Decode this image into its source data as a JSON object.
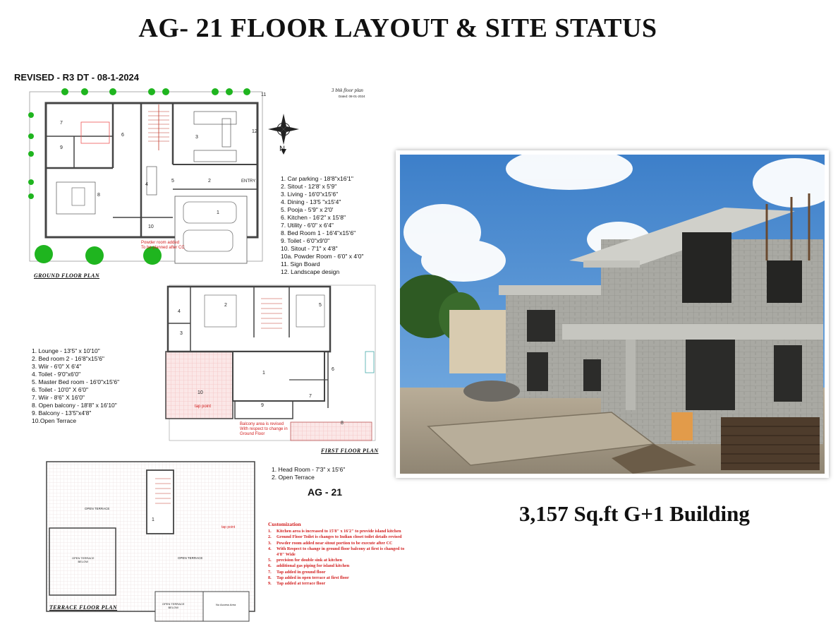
{
  "page": {
    "title": "AG- 21 FLOOR LAYOUT & SITE STATUS",
    "revised": "REVISED - R3 DT - 08-1-2024",
    "plan_header": "3 bhk floor plan",
    "plan_header_sub": "Dated: 08-01-2024",
    "project_code": "AG - 21",
    "building_summary": "3,157 Sq.ft G+1 Building"
  },
  "ground_floor": {
    "caption": "GROUND FLOOR PLAN",
    "compass_letter": "N",
    "entry_label": "ENTRY",
    "powder_note": "Powder room added\nTo be planned after CC",
    "legend": [
      "1.   Car parking - 18'8\"x16'1\"",
      "2.   Sitout - 12'8' x 5'9\"",
      "3.   Living - 16'0\"x15'6\"",
      "4.   Dining - 13'5 \"x15'4\"",
      "5.   Pooja - 5'9\" x 2'0'",
      "6.   Kitchen - 16'2\" x 15'8\"",
      "7.   Utility - 6'0\" x 6'4\"",
      "8.   Bed Room 1 - 16'4\"x15'6\"",
      "9.   Toilet - 6'0\"x9'0\"",
      "10.  Sitout - 7'1\" x 4'8\"",
      "10a. Powder Room - 6'0\" x 4'0\"",
      "11.  Sign Board",
      "12.  Landscape design"
    ]
  },
  "first_floor": {
    "caption": "FIRST FLOOR PLAN",
    "tap_point": "tap point",
    "balcony_note": "Balcony area is revised\nWith respect to change in\nGround Floor",
    "legend": [
      "1.  Lounge - 13'5\" x 10'10\"",
      "2.  Bed room 2 - 16'8\"x15'6\"",
      "3.  Wiir - 6'0\" X 6'4\"",
      "4.  Toilet - 9'0\"x6'0\"",
      "5.  Master Bed room - 16'0\"x15'6\"",
      "6.  Toilet - 10'0\" X 6'0\"",
      "7.  Wiir - 8'6\" X 16'0\"",
      "8.  Open balcony - 18'8\" x 16'10\"",
      "9.  Balcony  - 13'5\"x4'8\"",
      "10.Open Terrace"
    ]
  },
  "terrace": {
    "caption": "TERRACE FLOOR PLAN",
    "labels": {
      "open_terrace_top": "OPEN TERRACE",
      "open_terrace_main": "OPEN TERRACE",
      "open_terrace_below_left": "OPEN TERRACE\nBELOW",
      "open_terrace_below_bottom": "OPEN TERRACE\nBELOW",
      "no_access": "No Access Area"
    },
    "legend": [
      "1.  Head Room - 7'3\" x 15'6\"",
      "2.  Open Terrace"
    ]
  },
  "customization": {
    "heading": "Customization",
    "items": [
      {
        "n": "1.",
        "text": "Kitchen area is increased to 15'8\" x 16'2\" to provide island kitchen"
      },
      {
        "n": "2.",
        "text": "Ground Floor Toilet is changes to Indian closet toilet details revised"
      },
      {
        "n": "3.",
        "text": "Powder room added near sitout portion to be execute after CC"
      },
      {
        "n": "4.",
        "text": "With Respect to change in ground floor balcony at first is changed to 4'8\" Wide"
      },
      {
        "n": "5.",
        "text": "precision for double sink at kitchen"
      },
      {
        "n": "6.",
        "text": "additional gas piping for island kitchen"
      },
      {
        "n": "7.",
        "text": "Tap added in ground floor"
      },
      {
        "n": "8.",
        "text": "Tap added in open terrace at first floor"
      },
      {
        "n": "9.",
        "text": "Tap added at terrace floor"
      }
    ]
  },
  "colors": {
    "accent_red": "#d21d1d",
    "tree_green": "#1fb51f",
    "wall": "#444444",
    "terrace_hatch": "#f3c9c9"
  }
}
